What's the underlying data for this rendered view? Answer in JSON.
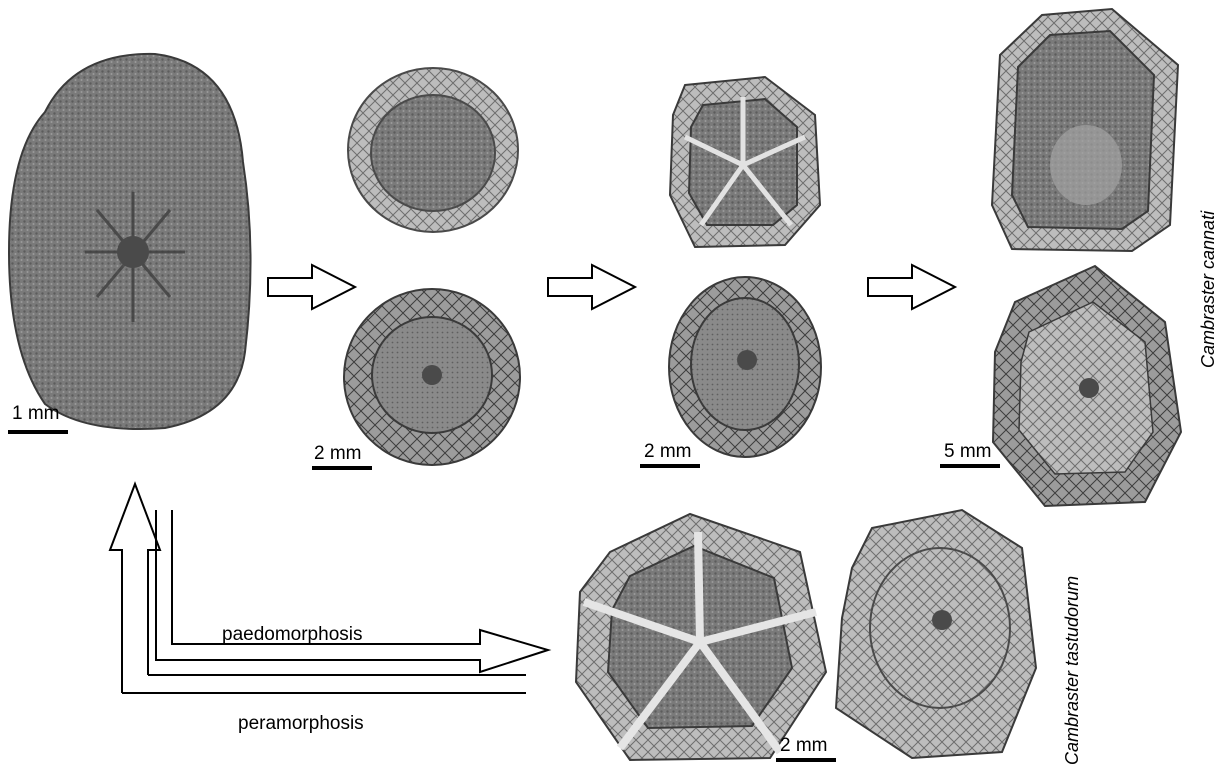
{
  "scale_bars": {
    "juvenile": "1 mm",
    "stage2": "2 mm",
    "stage3": "2 mm",
    "adult": "5 mm",
    "tastudorum": "2 mm"
  },
  "species": {
    "cannati": "Cambraster cannati",
    "tastudorum": "Cambraster tastudorum"
  },
  "processes": {
    "paedomorphosis": "paedomorphosis",
    "peramorphosis": "peramorphosis"
  },
  "icons": {
    "arrow": "hollow-arrow-icon",
    "fossil": "fossil-specimen"
  },
  "colors": {
    "fossil_dark": "#5a5a5a",
    "fossil_mid": "#8c8c8c",
    "fossil_light": "#c9c9c9",
    "line": "#000000"
  }
}
